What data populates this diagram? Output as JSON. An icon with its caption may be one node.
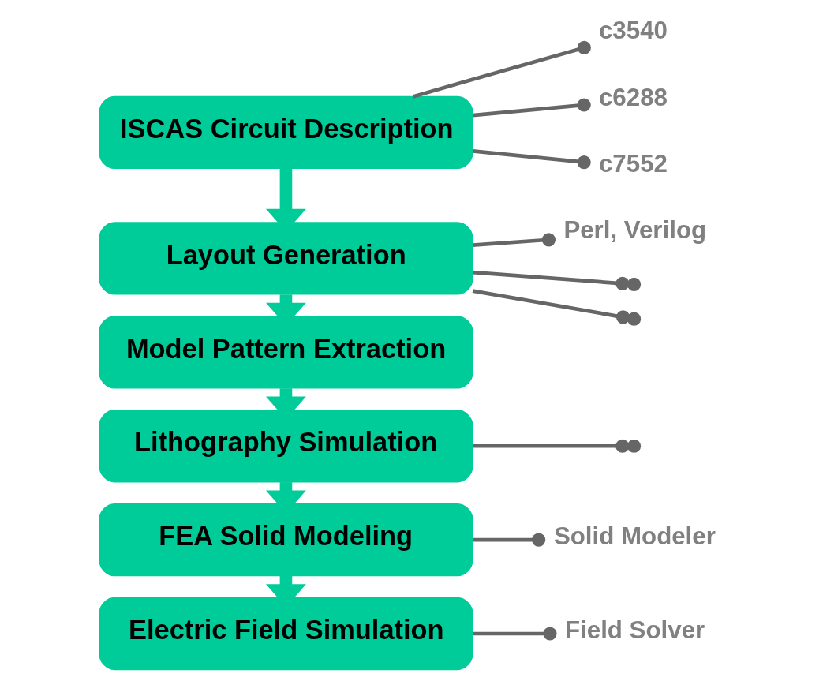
{
  "diagram": {
    "nodes": [
      {
        "text": [
          "ISCAS Circuit Description"
        ]
      },
      {
        "text": [
          "Layout Generation"
        ]
      },
      {
        "text": [
          "Model Pattern Extraction"
        ]
      },
      {
        "text": [
          "Lithography Simulation"
        ]
      },
      {
        "text": [
          "FEA Solid Modeling"
        ]
      },
      {
        "text": [
          "Electric Field Simulation"
        ]
      },
      {
        "text": [
          "c3540"
        ]
      },
      {
        "text": [
          "c6288"
        ]
      },
      {
        "text": [
          "c7552"
        ]
      },
      {
        "text": [
          "Perl, Verilog"
        ]
      },
      {
        "text": [],
        "shape": "circle"
      },
      {
        "text": [],
        "shape": "circle"
      },
      {
        "text": [],
        "shape": "circle"
      },
      {
        "text": [
          "Solid Modeler"
        ]
      },
      {
        "text": [
          "Field Solver"
        ]
      }
    ],
    "edges": [
      {
        "from": 0,
        "to": 1,
        "arrow": "to",
        "style": "thick",
        "color": "#00cc99"
      },
      {
        "from": 1,
        "to": 2,
        "arrow": "to",
        "style": "thick",
        "color": "#00cc99"
      },
      {
        "from": 2,
        "to": 3,
        "arrow": "to",
        "style": "thick",
        "color": "#00cc99"
      },
      {
        "from": 3,
        "to": 4,
        "arrow": "to",
        "style": "thick",
        "color": "#00cc99"
      },
      {
        "from": 4,
        "to": 5,
        "arrow": "to",
        "style": "thick",
        "color": "#00cc99"
      },
      {
        "from": 0,
        "to": 6,
        "arrow": "other"
      },
      {
        "from": 0,
        "to": 7,
        "arrow": "other"
      },
      {
        "from": 0,
        "to": 8,
        "arrow": "other"
      },
      {
        "from": 1,
        "to": 9,
        "arrow": "other"
      },
      {
        "from": 1,
        "to": 10,
        "arrow": "other"
      },
      {
        "from": 1,
        "to": 11,
        "arrow": "other"
      },
      {
        "from": 3,
        "to": 12,
        "arrow": "other"
      },
      {
        "from": 4,
        "to": 13,
        "arrow": "other"
      },
      {
        "from": 5,
        "to": 14,
        "arrow": "other"
      }
    ]
  }
}
